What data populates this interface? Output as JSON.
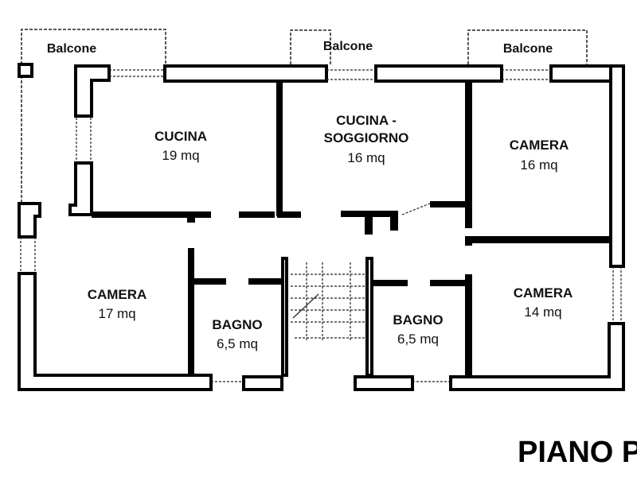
{
  "title": "PIANO P",
  "balconies": [
    "Balcone",
    "Balcone",
    "Balcone"
  ],
  "rooms": {
    "cucina": {
      "name": "CUCINA",
      "area": "19 mq"
    },
    "cucina_soggiorno": {
      "name_line1": "CUCINA -",
      "name_line2": "SOGGIORNO",
      "area": "16 mq"
    },
    "camera_ne": {
      "name": "CAMERA",
      "area": "16 mq"
    },
    "camera_w": {
      "name": "CAMERA",
      "area": "17 mq"
    },
    "bagno_w": {
      "name": "BAGNO",
      "area": "6,5 mq"
    },
    "bagno_e": {
      "name": "BAGNO",
      "area": "6,5 mq"
    },
    "camera_se": {
      "name": "CAMERA",
      "area": "14 mq"
    }
  }
}
